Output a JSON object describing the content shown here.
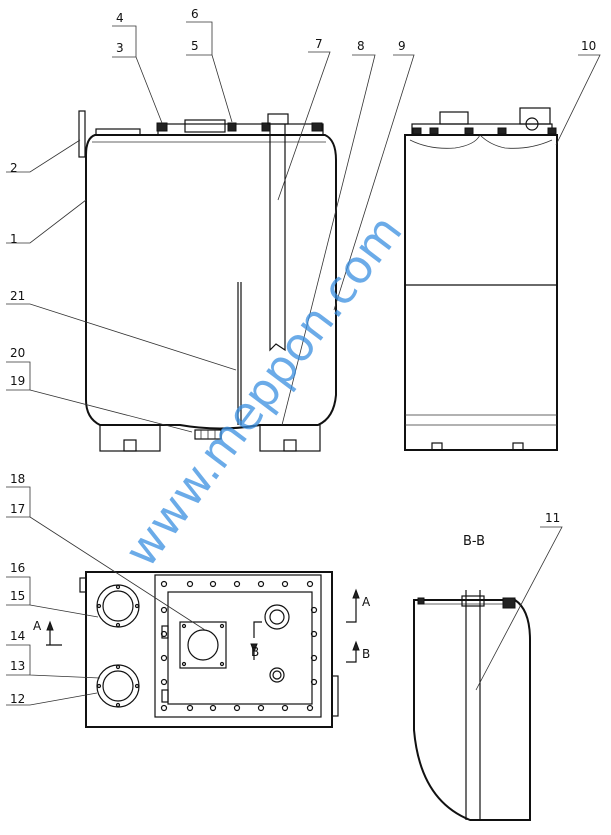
{
  "callouts": [
    "1",
    "2",
    "3",
    "4",
    "5",
    "6",
    "7",
    "8",
    "9",
    "10",
    "11",
    "12",
    "13",
    "14",
    "15",
    "16",
    "17",
    "18",
    "19",
    "20",
    "21"
  ],
  "section_label": "B-B",
  "arrow_letters": {
    "a": "A",
    "b": "B"
  },
  "watermark": "www.meppon.com",
  "colors": {
    "line": "#111111",
    "watermark": "#3a8fe0"
  }
}
